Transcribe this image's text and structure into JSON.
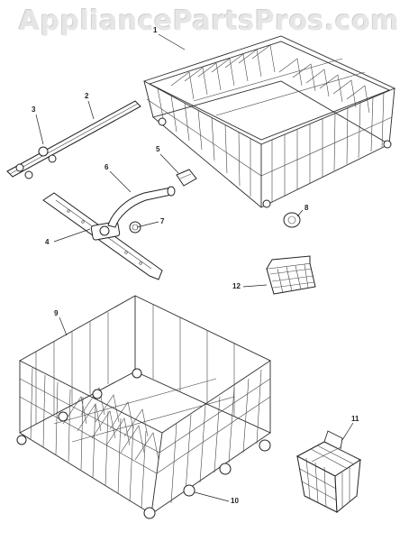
{
  "watermark": {
    "text": "AppliancePartsPros.com"
  },
  "callouts": [
    {
      "id": "1",
      "label": "1"
    },
    {
      "id": "2",
      "label": "2"
    },
    {
      "id": "3",
      "label": "3"
    },
    {
      "id": "4",
      "label": "4"
    },
    {
      "id": "5",
      "label": "5"
    },
    {
      "id": "6",
      "label": "6"
    },
    {
      "id": "7",
      "label": "7"
    },
    {
      "id": "8",
      "label": "8"
    },
    {
      "id": "9",
      "label": "9"
    },
    {
      "id": "10",
      "label": "10"
    },
    {
      "id": "11",
      "label": "11"
    },
    {
      "id": "12",
      "label": "12"
    }
  ]
}
